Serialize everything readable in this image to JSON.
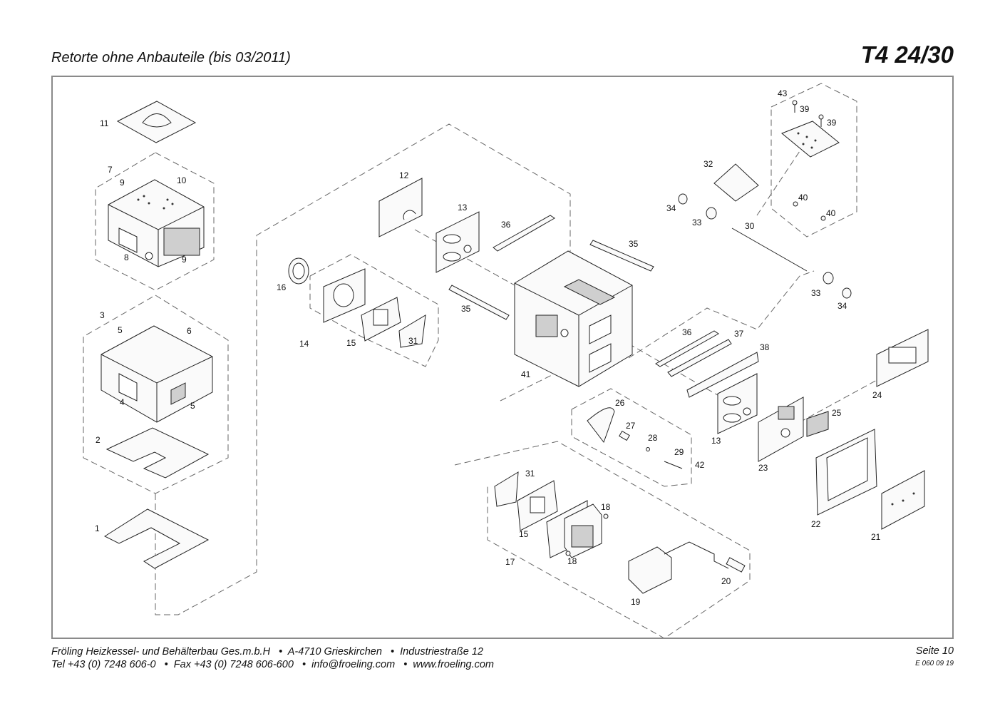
{
  "header": {
    "title": "Retorte ohne Anbauteile (bis 03/2011)",
    "model": "T4 24/30"
  },
  "diagram": {
    "part_labels": [
      "1",
      "2",
      "3",
      "4",
      "5",
      "5",
      "6",
      "7",
      "8",
      "9",
      "9",
      "10",
      "11",
      "12",
      "13",
      "13",
      "14",
      "15",
      "15",
      "16",
      "17",
      "18",
      "18",
      "19",
      "20",
      "21",
      "22",
      "23",
      "24",
      "25",
      "26",
      "27",
      "28",
      "29",
      "30",
      "31",
      "31",
      "32",
      "33",
      "33",
      "34",
      "34",
      "35",
      "35",
      "36",
      "36",
      "37",
      "38",
      "39",
      "39",
      "40",
      "40",
      "41",
      "42",
      "43"
    ]
  },
  "footer": {
    "line1": "Fröling Heizkessel- und Behälterbau Ges.m.b.H   •  A-4710 Grieskirchen   •  Industriestraße 12",
    "line2": "Tel +43 (0) 7248 606-0   •  Fax +43 (0) 7248 606-600   •  info@froeling.com   •  www.froeling.com",
    "page": "Seite 10",
    "doc_code": "E 060 09 19"
  }
}
